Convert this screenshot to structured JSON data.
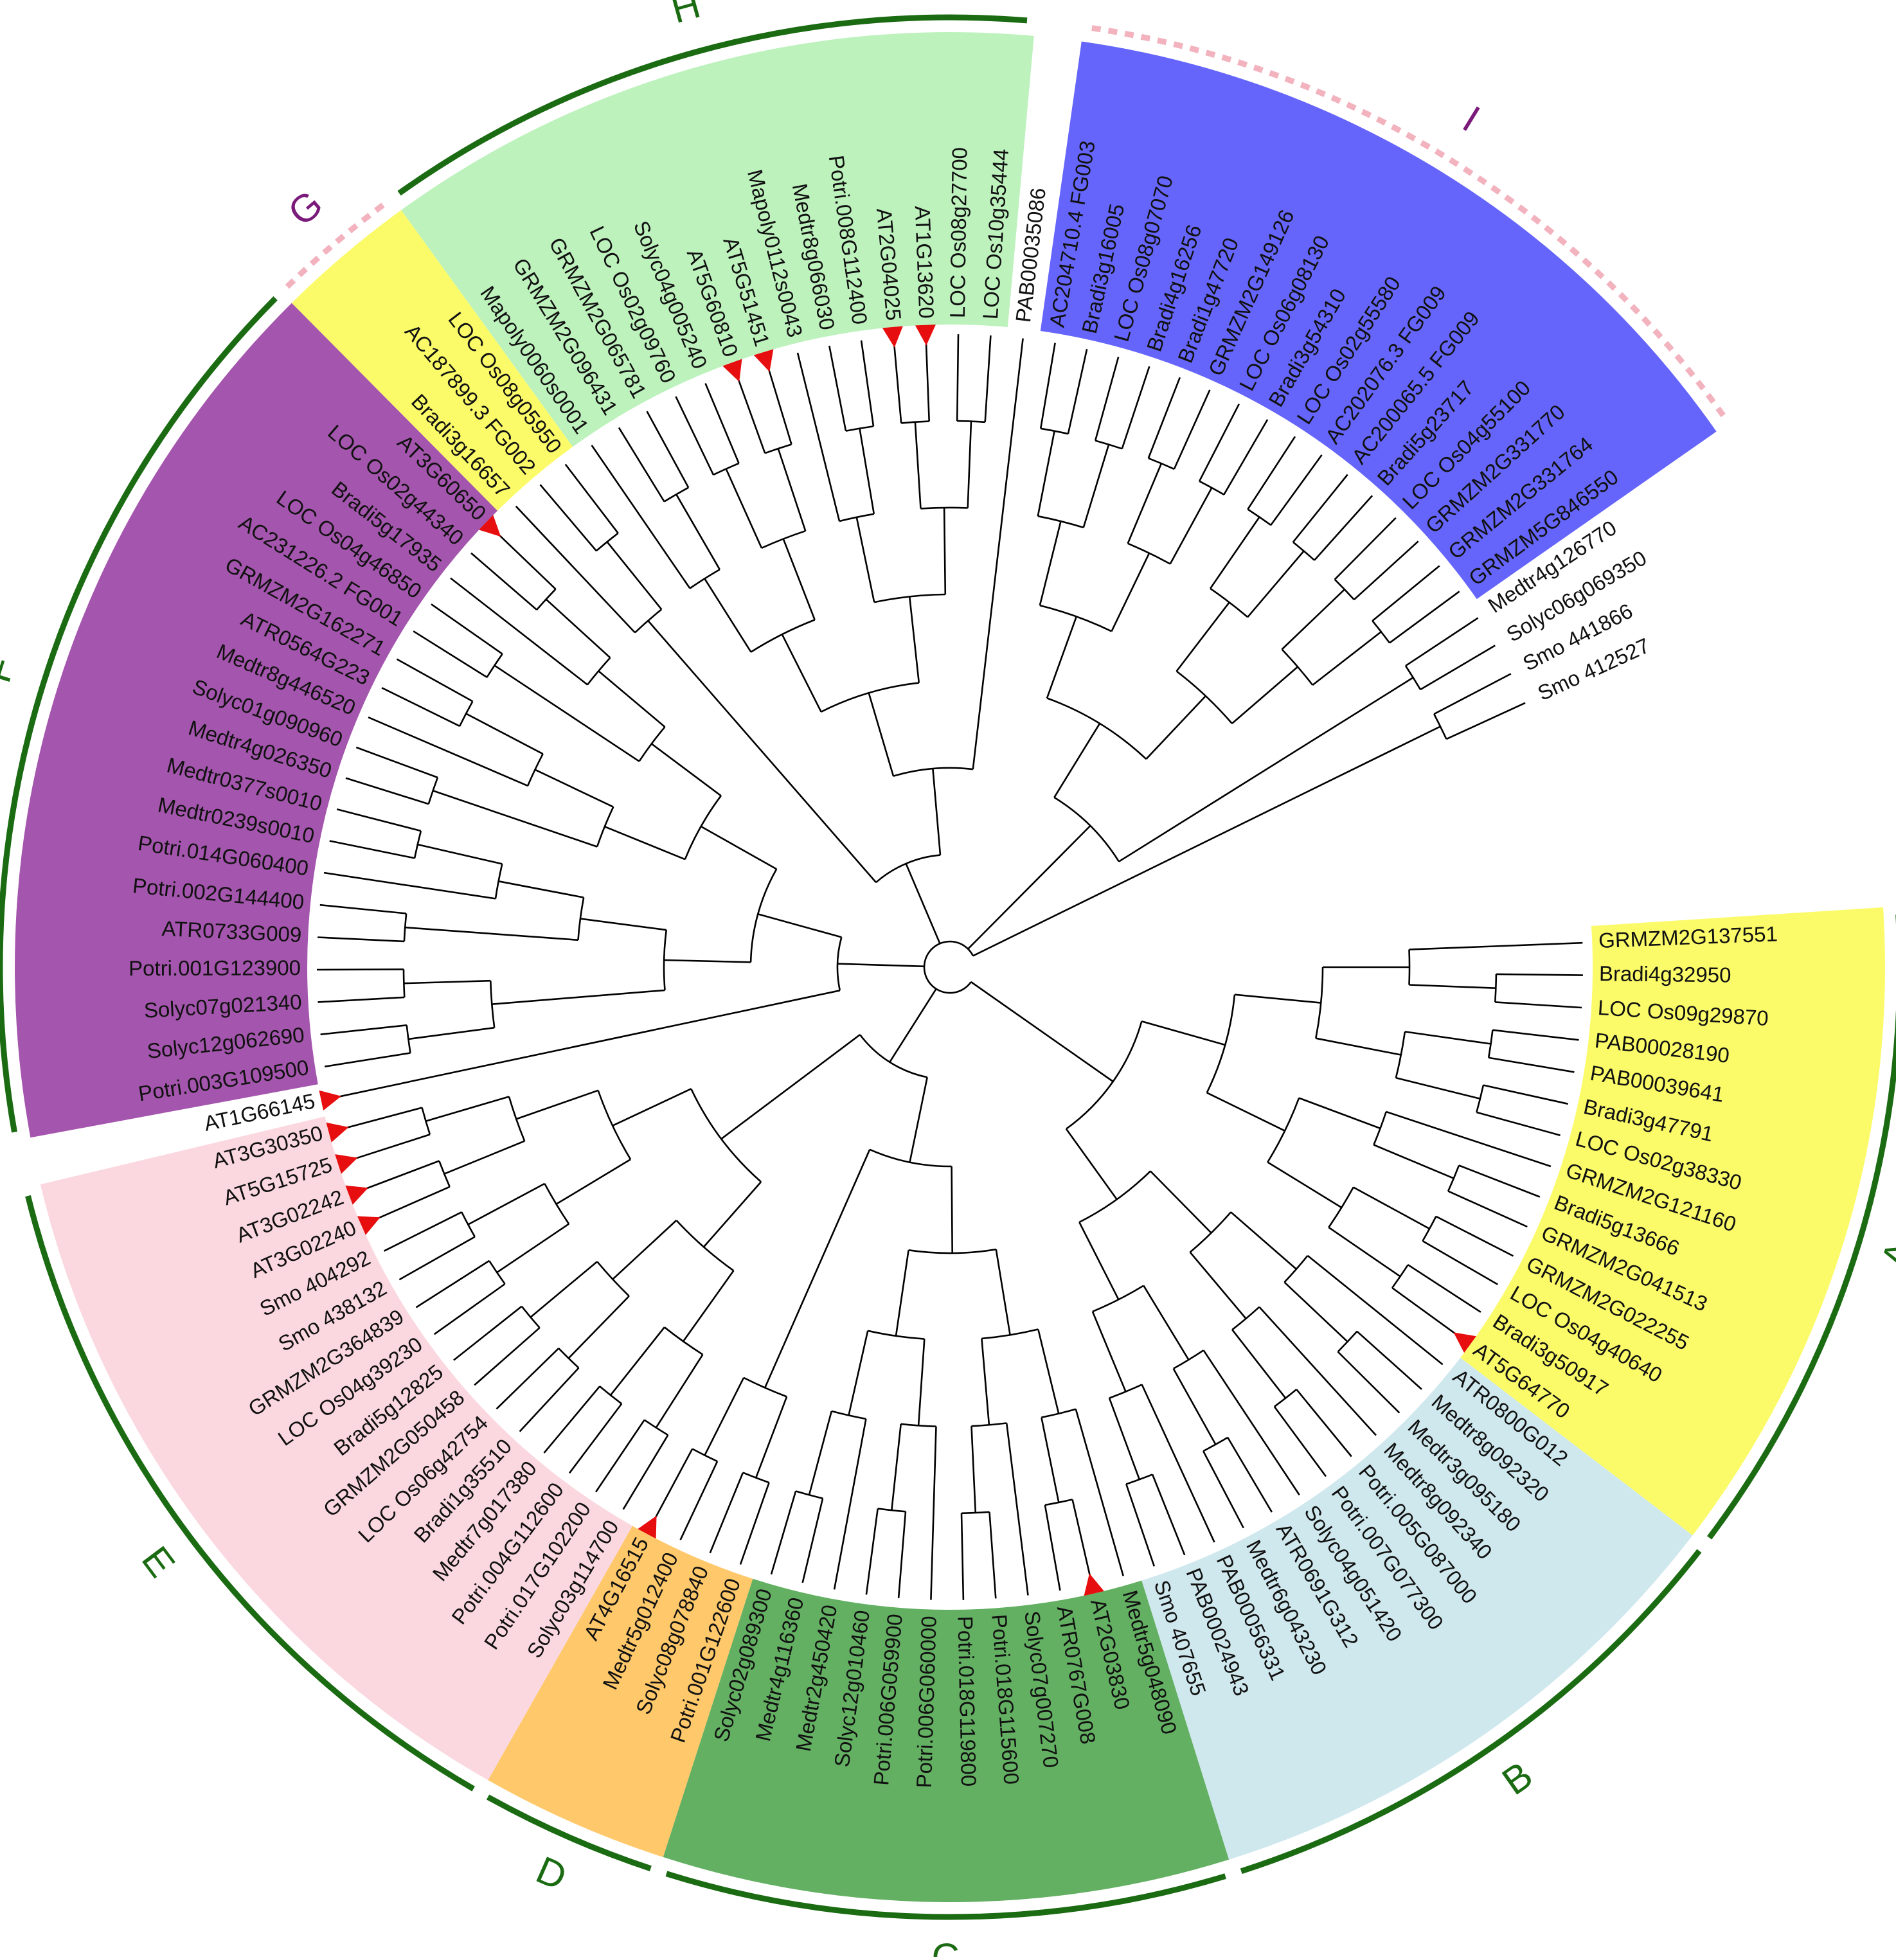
{
  "colors": {
    "ring": "#1a6b12",
    "ring_dashed": "#f2b3bf",
    "label_ring": "#1a6b12",
    "label_dashed": "#7a1a7a",
    "marker": "#e60e0e"
  },
  "clades": [
    {
      "id": "A",
      "label": "A",
      "fill": "#fbfb6a",
      "ring": "solid"
    },
    {
      "id": "B",
      "label": "B",
      "fill": "#cfe8ee",
      "ring": "solid"
    },
    {
      "id": "C",
      "label": "C",
      "fill": "#63b063",
      "ring": "solid"
    },
    {
      "id": "D",
      "label": "D",
      "fill": "#ffc86a",
      "ring": "solid"
    },
    {
      "id": "E",
      "label": "E",
      "fill": "#fbd8e0",
      "ring": "solid"
    },
    {
      "id": "F",
      "label": "F",
      "fill": "#a455ad",
      "ring": "solid"
    },
    {
      "id": "G",
      "label": "G",
      "fill": "#fbfb6a",
      "ring": "dashed"
    },
    {
      "id": "H",
      "label": "H",
      "fill": "#bdf2bd",
      "ring": "solid"
    },
    {
      "id": "I",
      "label": "I",
      "fill": "#6565fb",
      "ring": "dashed"
    }
  ],
  "leaves": [
    {
      "label": "GRMZM2G137551",
      "clade": "A",
      "marker": false
    },
    {
      "label": "Bradi4g32950",
      "clade": "A",
      "marker": false
    },
    {
      "label": "LOC Os09g29870",
      "clade": "A",
      "marker": false
    },
    {
      "label": "PAB00028190",
      "clade": "A",
      "marker": false
    },
    {
      "label": "PAB00039641",
      "clade": "A",
      "marker": false
    },
    {
      "label": "Bradi3g47791",
      "clade": "A",
      "marker": false
    },
    {
      "label": "LOC Os02g38330",
      "clade": "A",
      "marker": false
    },
    {
      "label": "GRMZM2G121160",
      "clade": "A",
      "marker": false
    },
    {
      "label": "Bradi5g13666",
      "clade": "A",
      "marker": false
    },
    {
      "label": "GRMZM2G041513",
      "clade": "A",
      "marker": false
    },
    {
      "label": "GRMZM2G022255",
      "clade": "A",
      "marker": false
    },
    {
      "label": "LOC Os04g40640",
      "clade": "A",
      "marker": false
    },
    {
      "label": "Bradi3g50917",
      "clade": "A",
      "marker": false
    },
    {
      "label": "AT5G64770",
      "clade": "A",
      "marker": true
    },
    {
      "label": "ATR0800G012",
      "clade": "B",
      "marker": false
    },
    {
      "label": "Medtr8g092320",
      "clade": "B",
      "marker": false
    },
    {
      "label": "Medtr3g095180",
      "clade": "B",
      "marker": false
    },
    {
      "label": "Medtr8g092340",
      "clade": "B",
      "marker": false
    },
    {
      "label": "Potri.005G087000",
      "clade": "B",
      "marker": false
    },
    {
      "label": "Potri.007G077300",
      "clade": "B",
      "marker": false
    },
    {
      "label": "Solyc04g051420",
      "clade": "B",
      "marker": false
    },
    {
      "label": "ATR0691G312",
      "clade": "B",
      "marker": false
    },
    {
      "label": "Medtr6g043230",
      "clade": "B",
      "marker": false
    },
    {
      "label": "PAB00056331",
      "clade": "B",
      "marker": false
    },
    {
      "label": "PAB00024943",
      "clade": "B",
      "marker": false
    },
    {
      "label": "Smo 407655",
      "clade": "B",
      "marker": false
    },
    {
      "label": "Medtr5g048090",
      "clade": "C",
      "marker": false
    },
    {
      "label": "AT2G03830",
      "clade": "C",
      "marker": true
    },
    {
      "label": "ATR0767G008",
      "clade": "C",
      "marker": false
    },
    {
      "label": "Solyc07g007270",
      "clade": "C",
      "marker": false
    },
    {
      "label": "Potri.018G115600",
      "clade": "C",
      "marker": false
    },
    {
      "label": "Potri.018G119800",
      "clade": "C",
      "marker": false
    },
    {
      "label": "Potri.006G060000",
      "clade": "C",
      "marker": false
    },
    {
      "label": "Potri.006G059900",
      "clade": "C",
      "marker": false
    },
    {
      "label": "Solyc12g010460",
      "clade": "C",
      "marker": false
    },
    {
      "label": "Medtr2g450420",
      "clade": "C",
      "marker": false
    },
    {
      "label": "Medtr4g116360",
      "clade": "C",
      "marker": false
    },
    {
      "label": "Solyc02g089300",
      "clade": "C",
      "marker": false
    },
    {
      "label": "Potri.001G122600",
      "clade": "D",
      "marker": false
    },
    {
      "label": "Solyc08g078840",
      "clade": "D",
      "marker": false
    },
    {
      "label": "Medtr5g012400",
      "clade": "D",
      "marker": false
    },
    {
      "label": "AT4G16515",
      "clade": "D",
      "marker": true
    },
    {
      "label": "Solyc03g114700",
      "clade": "E",
      "marker": false
    },
    {
      "label": "Potri.017G102200",
      "clade": "E",
      "marker": false
    },
    {
      "label": "Potri.004G112600",
      "clade": "E",
      "marker": false
    },
    {
      "label": "Medtr7g017380",
      "clade": "E",
      "marker": false
    },
    {
      "label": "Bradi1g35510",
      "clade": "E",
      "marker": false
    },
    {
      "label": "LOC Os06g42754",
      "clade": "E",
      "marker": false
    },
    {
      "label": "GRMZM2G050458",
      "clade": "E",
      "marker": false
    },
    {
      "label": "Bradi5g12825",
      "clade": "E",
      "marker": false
    },
    {
      "label": "LOC Os04g39230",
      "clade": "E",
      "marker": false
    },
    {
      "label": "GRMZM2G364839",
      "clade": "E",
      "marker": false
    },
    {
      "label": "Smo 438132",
      "clade": "E",
      "marker": false
    },
    {
      "label": "Smo 404292",
      "clade": "E",
      "marker": false
    },
    {
      "label": "AT3G02240",
      "clade": "E",
      "marker": true
    },
    {
      "label": "AT3G02242",
      "clade": "E",
      "marker": true
    },
    {
      "label": "AT5G15725",
      "clade": "E",
      "marker": true
    },
    {
      "label": "AT3G30350",
      "clade": "E",
      "marker": true
    },
    {
      "label": "AT1G66145",
      "clade": "",
      "marker": true
    },
    {
      "label": "Potri.003G109500",
      "clade": "F",
      "marker": false
    },
    {
      "label": "Solyc12g062690",
      "clade": "F",
      "marker": false
    },
    {
      "label": "Solyc07g021340",
      "clade": "F",
      "marker": false
    },
    {
      "label": "Potri.001G123900",
      "clade": "F",
      "marker": false
    },
    {
      "label": "ATR0733G009",
      "clade": "F",
      "marker": false
    },
    {
      "label": "Potri.002G144400",
      "clade": "F",
      "marker": false
    },
    {
      "label": "Potri.014G060400",
      "clade": "F",
      "marker": false
    },
    {
      "label": "Medtr0239s0010",
      "clade": "F",
      "marker": false
    },
    {
      "label": "Medtr0377s0010",
      "clade": "F",
      "marker": false
    },
    {
      "label": "Medtr4g026350",
      "clade": "F",
      "marker": false
    },
    {
      "label": "Solyc01g090960",
      "clade": "F",
      "marker": false
    },
    {
      "label": "Medtr8g446520",
      "clade": "F",
      "marker": false
    },
    {
      "label": "ATR0564G223",
      "clade": "F",
      "marker": false
    },
    {
      "label": "GRMZM2G162271",
      "clade": "F",
      "marker": false
    },
    {
      "label": "AC231226.2 FG001",
      "clade": "F",
      "marker": false
    },
    {
      "label": "LOC Os04g46850",
      "clade": "F",
      "marker": false
    },
    {
      "label": "Bradi5g17935",
      "clade": "F",
      "marker": false
    },
    {
      "label": "LOC Os02g44340",
      "clade": "F",
      "marker": false
    },
    {
      "label": "AT3G60650",
      "clade": "F",
      "marker": true
    },
    {
      "label": "Bradi3g16657",
      "clade": "G",
      "marker": false
    },
    {
      "label": "AC187899.3 FG002",
      "clade": "G",
      "marker": false
    },
    {
      "label": "LOC Os08g05950",
      "clade": "G",
      "marker": false
    },
    {
      "label": "Mapoly0060s0001",
      "clade": "H",
      "marker": false
    },
    {
      "label": "GRMZM2G096431",
      "clade": "H",
      "marker": false
    },
    {
      "label": "GRMZM2G065781",
      "clade": "H",
      "marker": false
    },
    {
      "label": "LOC Os02g09760",
      "clade": "H",
      "marker": false
    },
    {
      "label": "Solyc04g005240",
      "clade": "H",
      "marker": false
    },
    {
      "label": "AT5G60810",
      "clade": "H",
      "marker": true
    },
    {
      "label": "AT5G51451",
      "clade": "H",
      "marker": true
    },
    {
      "label": "Mapoly0112s0043",
      "clade": "H",
      "marker": false
    },
    {
      "label": "Medtr8g066030",
      "clade": "H",
      "marker": false
    },
    {
      "label": "Potri.008G112400",
      "clade": "H",
      "marker": false
    },
    {
      "label": "AT2G04025",
      "clade": "H",
      "marker": true
    },
    {
      "label": "AT1G13620",
      "clade": "H",
      "marker": true
    },
    {
      "label": "LOC Os08g27700",
      "clade": "H",
      "marker": false
    },
    {
      "label": "LOC Os10g35444",
      "clade": "H",
      "marker": false
    },
    {
      "label": "PAB00035086",
      "clade": "",
      "marker": false
    },
    {
      "label": "AC204710.4 FG003",
      "clade": "I",
      "marker": false
    },
    {
      "label": "Bradi3g16005",
      "clade": "I",
      "marker": false
    },
    {
      "label": "LOC Os08g07070",
      "clade": "I",
      "marker": false
    },
    {
      "label": "Bradi4g16256",
      "clade": "I",
      "marker": false
    },
    {
      "label": "Bradi1g47720",
      "clade": "I",
      "marker": false
    },
    {
      "label": "GRMZM2G149126",
      "clade": "I",
      "marker": false
    },
    {
      "label": "LOC Os06g08130",
      "clade": "I",
      "marker": false
    },
    {
      "label": "Bradi3g54310",
      "clade": "I",
      "marker": false
    },
    {
      "label": "LOC Os02g55580",
      "clade": "I",
      "marker": false
    },
    {
      "label": "AC202076.3 FG009",
      "clade": "I",
      "marker": false
    },
    {
      "label": "AC200065.5 FG009",
      "clade": "I",
      "marker": false
    },
    {
      "label": "Bradi5g23717",
      "clade": "I",
      "marker": false
    },
    {
      "label": "LOC Os04g55100",
      "clade": "I",
      "marker": false
    },
    {
      "label": "GRMZM2G331770",
      "clade": "I",
      "marker": false
    },
    {
      "label": "GRMZM2G331764",
      "clade": "I",
      "marker": false
    },
    {
      "label": "GRMZM5G846550",
      "clade": "I",
      "marker": false
    },
    {
      "label": "Medtr4g126770",
      "clade": "",
      "marker": false
    },
    {
      "label": "Solyc06g069350",
      "clade": "",
      "marker": false
    },
    {
      "label": "Smo 441866",
      "clade": "",
      "marker": false
    },
    {
      "label": "Smo 412527",
      "clade": "",
      "marker": false
    }
  ]
}
